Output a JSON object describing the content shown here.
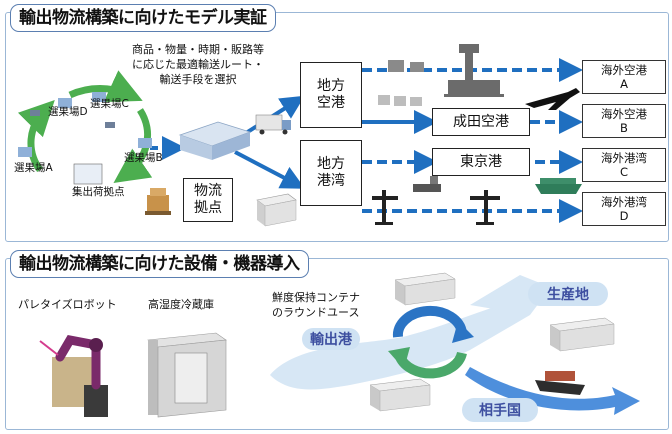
{
  "top": {
    "title": "輸出物流構築に向けたモデル実証",
    "note_line1": "商品・物量・時期・販路等",
    "note_line2": "に応じた最適輸送ルート・",
    "note_line3": "輸送手段を選択",
    "hub": "物流\n拠点",
    "regional_airport": "地方\n空港",
    "regional_port": "地方\n港湾",
    "narita": "成田空港",
    "tokyo_port": "東京港",
    "destinations": [
      {
        "line1": "海外空港",
        "line2": "A"
      },
      {
        "line1": "海外空港",
        "line2": "B"
      },
      {
        "line1": "海外港湾",
        "line2": "C"
      },
      {
        "line1": "海外港湾",
        "line2": "D"
      }
    ],
    "cycle_labels": [
      "選果場D",
      "選果場C",
      "選果場A",
      "選果場B",
      "集出荷拠点"
    ]
  },
  "bottom": {
    "title": "輸出物流構築に向けた設備・機器導入",
    "robot_label": "パレタイズロボット",
    "fridge_label": "高湿度冷蔵庫",
    "container_note_line1": "鮮度保持コンテナ",
    "container_note_line2": "のラウンドユース",
    "export_port": "輸出港",
    "production": "生産地",
    "partner": "相手国"
  },
  "colors": {
    "arrow_blue": "#1f6fc0",
    "cycle_green": "#4cae4f",
    "frame": "#5b7fb1",
    "pill": "#cfe2f3"
  }
}
